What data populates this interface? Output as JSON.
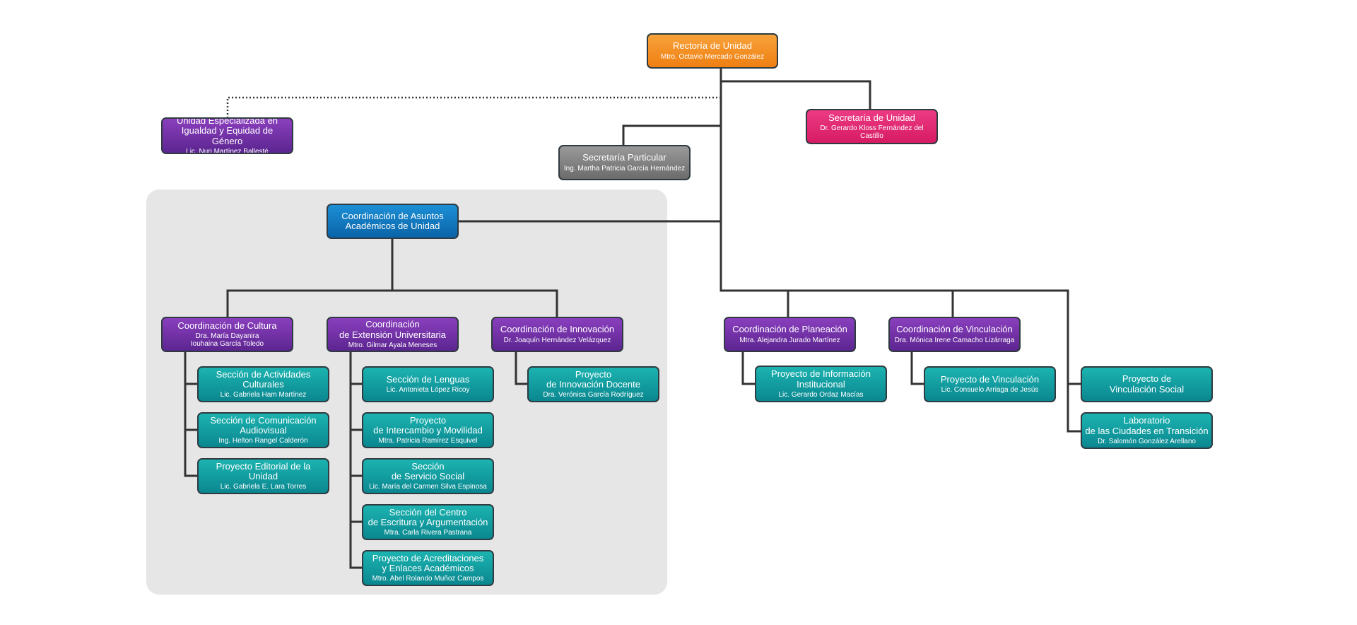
{
  "nodes": {
    "rectoria": {
      "title": "Rectoría de Unidad",
      "person": "Mtro. Octavio Mercado González"
    },
    "secretaria_unidad": {
      "title": "Secretaría de Unidad",
      "person": "Dr. Gerardo Kloss Fernández del Castillo"
    },
    "secretaria_particular": {
      "title": "Secretaría Particular",
      "person": "Ing. Martha Patricia García Hernández"
    },
    "unidad_genero": {
      "title": "Unidad Especializada en\nIgualdad y Equidad de Género",
      "person": "Lic. Nuri Martínez Ballesté"
    },
    "coord_academicos": {
      "title": "Coordinación de Asuntos\nAcadémicos de Unidad",
      "person": ""
    },
    "coord_cultura": {
      "title": "Coordinación de Cultura",
      "person": "Dra. María Dayanira\nIouhaina García Toledo"
    },
    "coord_extension": {
      "title": "Coordinación\nde Extensión Universitaria",
      "person": "Mtro. Gilmar Ayala Meneses"
    },
    "coord_innovacion": {
      "title": "Coordinación de Innovación",
      "person": "Dr. Joaquín Hernández Velázquez"
    },
    "coord_planeacion": {
      "title": "Coordinación de Planeación",
      "person": "Mtra. Alejandra Jurado Martínez"
    },
    "coord_vinculacion": {
      "title": "Coordinación de Vinculación",
      "person": "Dra. Mónica Irene Camacho Lizárraga"
    },
    "sec_actividades": {
      "title": "Sección de Actividades\nCulturales",
      "person": "Lic. Gabriela Ham Martínez"
    },
    "sec_comunicacion": {
      "title": "Sección de Comunicación\nAudiovisual",
      "person": "Ing. Helton Rangel Calderón"
    },
    "proy_editorial": {
      "title": "Proyecto Editorial de la\nUnidad",
      "person": "Lic. Gabriela E. Lara Torres"
    },
    "sec_lenguas": {
      "title": "Sección de Lenguas",
      "person": "Lic. Antonieta López Ricoy"
    },
    "proy_intercambio": {
      "title": "Proyecto\nde Intercambio y Movilidad",
      "person": "Mtra. Patricia Ramírez Esquivel"
    },
    "sec_servicio": {
      "title": "Sección\nde Servicio Social",
      "person": "Lic. María del Carmen Silva Espinosa"
    },
    "sec_escritura": {
      "title": "Sección del Centro\nde Escritura y Argumentación",
      "person": "Mtra. Carla Rivera Pastrana"
    },
    "proy_acreditaciones": {
      "title": "Proyecto de Acreditaciones\ny Enlaces Académicos",
      "person": "Mtro. Abel Rolando Muñoz Campos"
    },
    "proy_innovacion": {
      "title": "Proyecto\nde Innovación Docente",
      "person": "Dra. Verónica García Rodríguez"
    },
    "proy_info": {
      "title": "Proyecto de Información\nInstitucional",
      "person": "Lic. Gerardo Ordaz Macías"
    },
    "proy_vinculacion": {
      "title": "Proyecto de Vinculación",
      "person": "Lic. Consuelo Arriaga de Jesús"
    },
    "proy_vinc_social": {
      "title": "Proyecto de\nVinculación Social",
      "person": ""
    },
    "lab_ciudades": {
      "title": "Laboratorio\nde las Ciudades en Transición",
      "person": "Dr. Salomón González Arellano"
    }
  },
  "colors": {
    "line": "#333333",
    "panel": "#e6e6e6",
    "orange": "#ef7f12",
    "pink": "#d61b63",
    "gray": "#6c6c6c",
    "blue": "#0a63a8",
    "purple": "#5c2590",
    "teal": "#0a8790"
  }
}
